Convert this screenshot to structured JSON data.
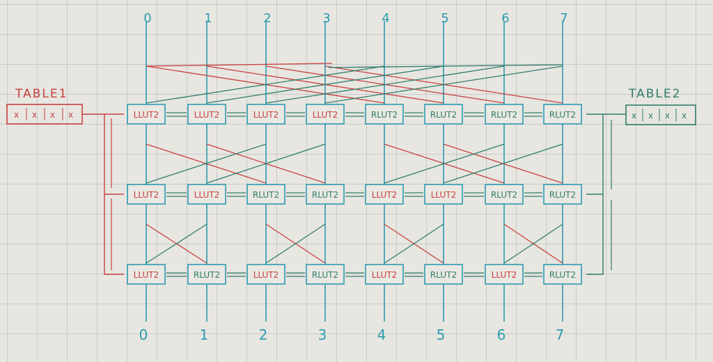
{
  "diagram": {
    "column_labels_top": [
      "0",
      "1",
      "2",
      "3",
      "4",
      "5",
      "6",
      "7"
    ],
    "column_labels_bottom": [
      "0",
      "1",
      "2",
      "3",
      "4",
      "5",
      "6",
      "7"
    ],
    "table1": {
      "title": "TABLE1",
      "cells": [
        "x",
        "x",
        "x",
        "x"
      ]
    },
    "table2": {
      "title": "TABLE2",
      "cells": [
        "x",
        "x",
        "x",
        "x"
      ]
    },
    "rows": [
      {
        "nodes": [
          "LLUT2",
          "LLUT2",
          "LLUT2",
          "LLUT2",
          "RLUT2",
          "RLUT2",
          "RLUT2",
          "RLUT2"
        ]
      },
      {
        "nodes": [
          "LLUT2",
          "LLUT2",
          "RLUT2",
          "RLUT2",
          "LLUT2",
          "LLUT2",
          "RLUT2",
          "RLUT2"
        ]
      },
      {
        "nodes": [
          "LLUT2",
          "RLUT2",
          "LLUT2",
          "RLUT2",
          "LLUT2",
          "RLUT2",
          "LLUT2",
          "RLUT2"
        ]
      }
    ],
    "colors": {
      "blue": "#2e9bb0",
      "red": "#c9403d",
      "green": "#2f7d6a",
      "paper": "#e7e6e1"
    }
  }
}
